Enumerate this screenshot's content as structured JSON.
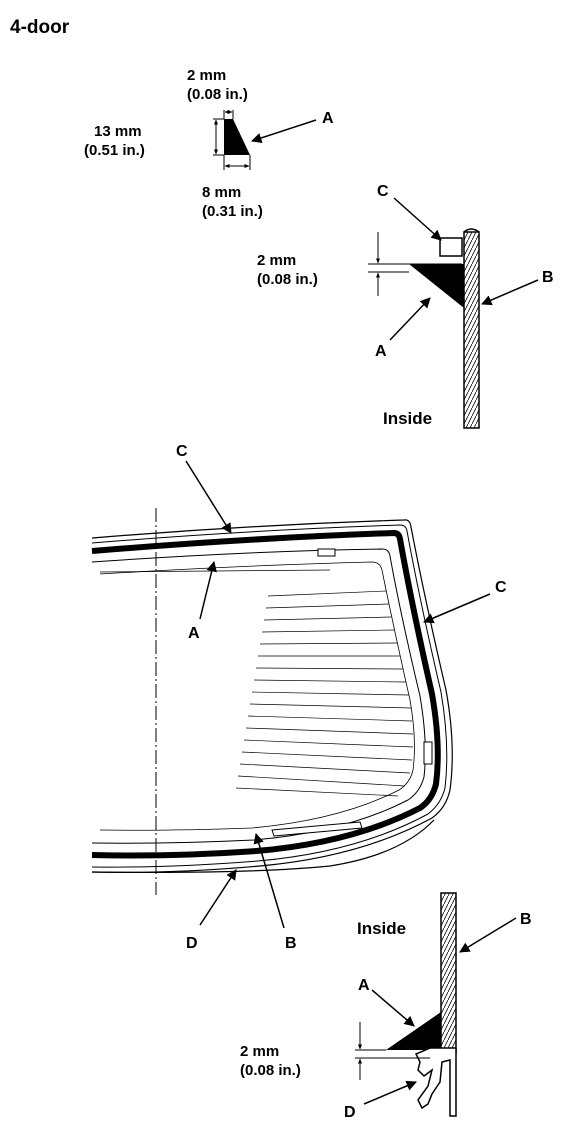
{
  "title": "4-door",
  "section_detail": {
    "height_mm": "13 mm",
    "height_in": "(0.51 in.)",
    "top_mm": "2 mm",
    "top_in": "(0.08 in.)",
    "bottom_mm": "8 mm",
    "bottom_in": "(0.31 in.)",
    "label": "A"
  },
  "upper_section": {
    "offset_mm": "2 mm",
    "offset_in": "(0.08 in.)",
    "labels": {
      "c": "C",
      "a": "A",
      "b": "B"
    },
    "inside": "Inside"
  },
  "window": {
    "labels": {
      "c_top": "C",
      "c_right": "C",
      "a": "A",
      "b": "B",
      "d": "D"
    }
  },
  "lower_section": {
    "offset_mm": "2 mm",
    "offset_in": "(0.08 in.)",
    "labels": {
      "a": "A",
      "b": "B",
      "d": "D"
    },
    "inside": "Inside"
  }
}
